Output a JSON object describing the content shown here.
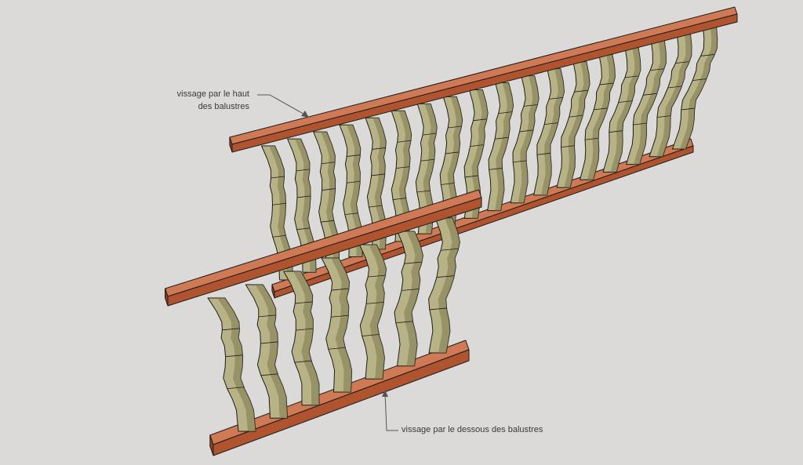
{
  "annotations": {
    "top_line1": "vissage par le haut",
    "top_line2": "des balustres",
    "bottom": "vissage par le dessous des balustres"
  },
  "colors": {
    "background": "#dbdad8",
    "rail_top": "#cf7a54",
    "rail_front": "#b0532f",
    "rail_end": "#8f3f22",
    "baluster_light": "#b8b386",
    "baluster_dark": "#7d794f",
    "outline": "#1c1c1c",
    "leader": "#555555"
  },
  "panels": {
    "back": {
      "baluster_count": 18
    },
    "front": {
      "baluster_count": 7
    }
  }
}
